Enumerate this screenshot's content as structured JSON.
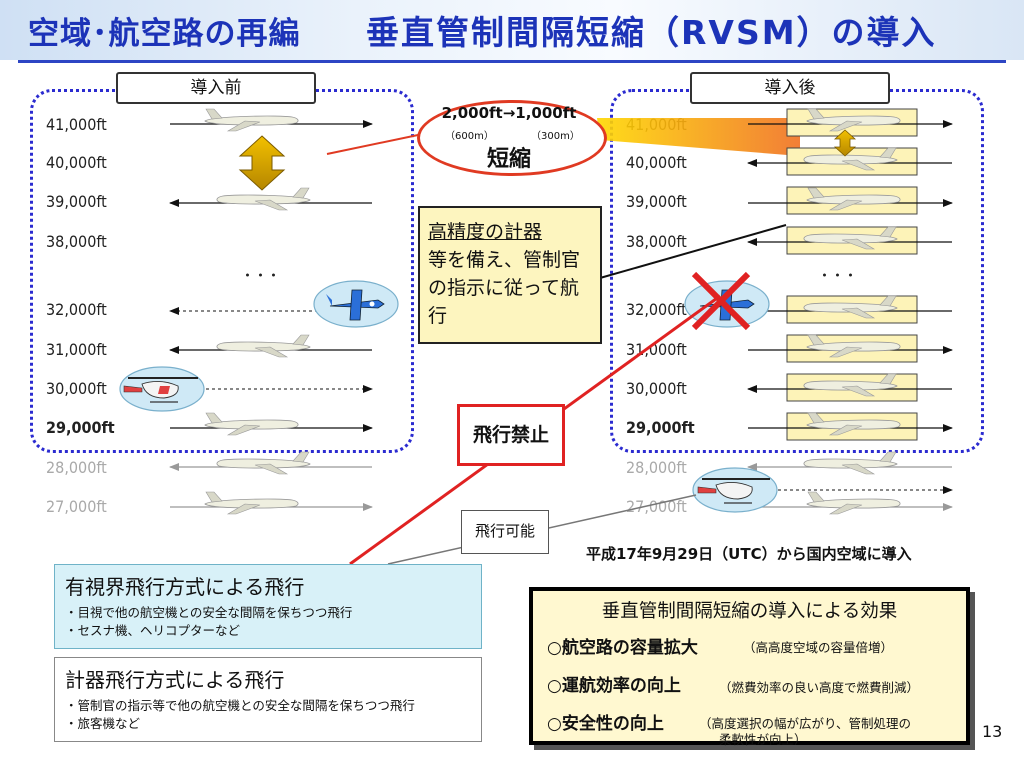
{
  "header": {
    "left_title": "空域･航空路の再編",
    "right_title": "垂直管制間隔短縮（RVSM）の導入"
  },
  "before_panel": {
    "label": "導入前",
    "altitudes": [
      "41,000ft",
      "40,000ft",
      "39,000ft",
      "38,000ft",
      "32,000ft",
      "31,000ft",
      "30,000ft",
      "29,000ft"
    ],
    "ellipsis": "･･･"
  },
  "after_panel": {
    "label": "導入後",
    "altitudes": [
      "41,000ft",
      "40,000ft",
      "39,000ft",
      "38,000ft",
      "32,000ft",
      "31,000ft",
      "30,000ft",
      "29,000ft"
    ],
    "ellipsis": "･･･"
  },
  "lower_altitudes": [
    "28,000ft",
    "27,000ft"
  ],
  "separation_callout": {
    "change": "2,000ft→1,000ft",
    "from_m": "（600m）",
    "to_m": "（300m）",
    "label": "短縮"
  },
  "instrument_callout": {
    "line1": "高精度の計器",
    "rest": "等を備え、管制官の指示に従って航行"
  },
  "prohibited_label": "飛行禁止",
  "allowed_label": "飛行可能",
  "date_note": "平成17年9月29日（UTC）から国内空域に導入",
  "vfr": {
    "title": "有視界飛行方式による飛行",
    "items": [
      "・目視で他の航空機との安全な間隔を保ちつつ飛行",
      "・セスナ機、ヘリコプターなど"
    ]
  },
  "ifr": {
    "title": "計器飛行方式による飛行",
    "items": [
      "・管制官の指示等で他の航空機との安全な間隔を保ちつつ飛行",
      "・旅客機など"
    ]
  },
  "effects": {
    "title": "垂直管制間隔短縮の導入による効果",
    "items": [
      {
        "main": "○航空路の容量拡大",
        "note": "（高高度空域の容量倍増）"
      },
      {
        "main": "○運航効率の向上",
        "note": "（燃費効率の良い高度で燃費削減）"
      },
      {
        "main": "○安全性の向上",
        "note": "（高度選択の幅が広がり、管制処理の",
        "note2": "柔軟性が向上）"
      }
    ]
  },
  "page_number": "13",
  "colors": {
    "title_blue": "#1c33b8",
    "panel_border": "#2b2bd0",
    "callout_red": "#e03a22",
    "instrument_fill": "#fdf5bf",
    "vfr_fill": "#d8f1f8",
    "effects_fill": "#fff8d0"
  },
  "icons": [
    "passenger-jet-icon",
    "small-plane-icon",
    "helicopter-icon",
    "double-arrow-icon",
    "cross-icon"
  ]
}
